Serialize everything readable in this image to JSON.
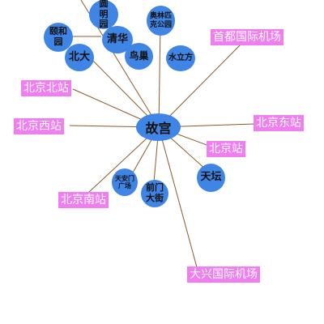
{
  "hub": {
    "label": "故宫"
  },
  "circles": [
    {
      "id": "yuanmingyuan",
      "label": "圆\n明\n园"
    },
    {
      "id": "yiheyuan",
      "label": "颐和\n园"
    },
    {
      "id": "qinghua",
      "label": "清华"
    },
    {
      "id": "beida",
      "label": "北大"
    },
    {
      "id": "aolinpike",
      "label": "奥林匹\n克公园"
    },
    {
      "id": "niaochao",
      "label": "鸟巢"
    },
    {
      "id": "shuilifang",
      "label": "水立方"
    },
    {
      "id": "tiananmen",
      "label": "天安门\n广场"
    },
    {
      "id": "qianmen",
      "label": "前门\n大街"
    },
    {
      "id": "tiantan",
      "label": "天坛"
    }
  ],
  "tags": [
    {
      "id": "shoudu",
      "label": "首都国际机场"
    },
    {
      "id": "beijingbei",
      "label": "北京北站"
    },
    {
      "id": "beijingxi",
      "label": "北京西站"
    },
    {
      "id": "beijingdong",
      "label": "北京东站"
    },
    {
      "id": "beijingzhan",
      "label": "北京站"
    },
    {
      "id": "beijingnan",
      "label": "北京南站"
    },
    {
      "id": "daxing",
      "label": "大兴国际机场"
    }
  ],
  "colors": {
    "node": "#3f85e6",
    "tag": "#f17ef0",
    "edge": "#8b5a2b"
  }
}
